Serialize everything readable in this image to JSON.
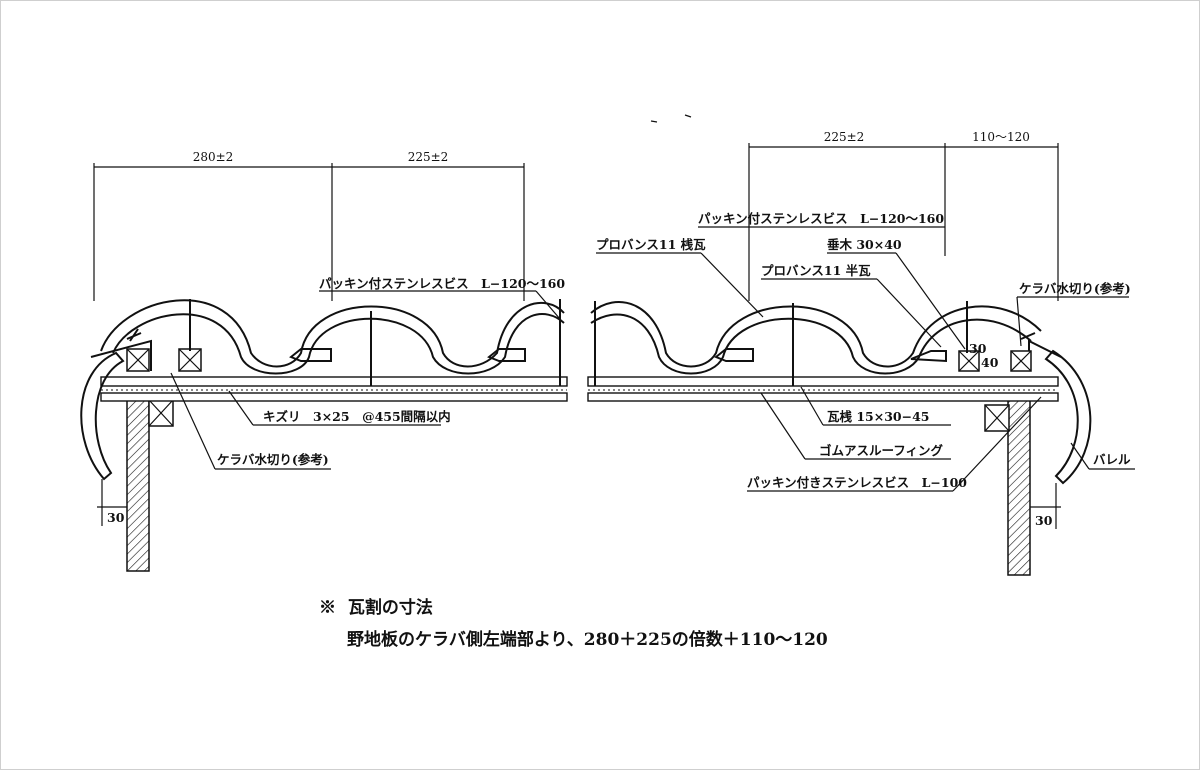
{
  "left": {
    "dim_1": "280±2",
    "dim_2": "225±2",
    "screw_label": "パッキン付ステンレスビス　L−120〜160",
    "kizuri_label": "キズリ　3×25　@455間隔以内",
    "keraba_label": "ケラバ水切り(参考)",
    "offset_dim": "30"
  },
  "right": {
    "dim_1": "225±2",
    "dim_2": "110〜120",
    "screw_label": "パッキン付ステンレスビス　L−120〜160",
    "sangawara_label": "プロバンス11 桟瓦",
    "taruki_label": "垂木 30×40",
    "hangawara_label": "プロバンス11 半瓦",
    "keraba_label": "ケラバ水切り(参考)",
    "small_30": "30",
    "small_40": "40",
    "kawarasan_label": "瓦桟 15×30−45",
    "roofing_label": "ゴムアスルーフィング",
    "screw2_label": "パッキン付きステンレスビス　L−100",
    "barrel_label": "バレル",
    "offset_dim": "30"
  },
  "note": {
    "mark": "※",
    "title": "瓦割の寸法",
    "body": "野地板のケラバ側左端部より、280＋225の倍数＋110〜120"
  }
}
